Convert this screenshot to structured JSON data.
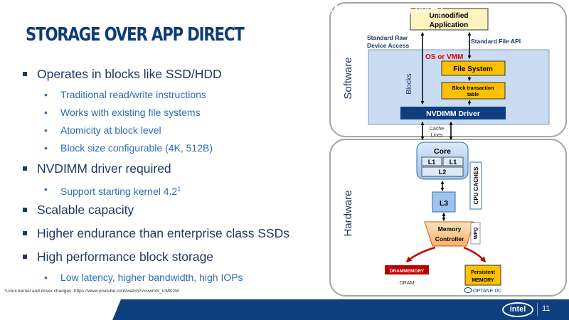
{
  "slide": {
    "title": "STORAGE OVER APP DIRECT",
    "bullets": [
      {
        "level": 1,
        "text": "Operates in blocks like SSD/HDD"
      },
      {
        "level": 2,
        "text": "Traditional read/write instructions"
      },
      {
        "level": 2,
        "text": "Works with existing file systems"
      },
      {
        "level": 2,
        "text": "Atomicity at block level"
      },
      {
        "level": 2,
        "text": "Block size configurable (4K, 512B)"
      },
      {
        "level": 1,
        "text": "NVDIMM driver required"
      },
      {
        "level": 2,
        "text": "Support starting kernel 4.2",
        "sup": "1"
      },
      {
        "level": 1,
        "text": "Scalable capacity"
      },
      {
        "level": 1,
        "text": "Higher endurance than enterprise class SSDs"
      },
      {
        "level": 1,
        "text": "High performance block storage"
      },
      {
        "level": 2,
        "text": "Low latency, higher bandwidth, high IOPs"
      }
    ],
    "footnote": "¹Linux kernel and driver changes: https://www.youtube.com/watch?v=owmN_IcMK2M",
    "embargo": "EMBARGO: APRIL 2, 2019 (10:00AM PACIFIC TIME)",
    "logo": "intel",
    "page_number": "11"
  },
  "diagram": {
    "software_label": "Software",
    "hardware_label": "Hardware",
    "app_line1": "Unmodified",
    "app_line2": "Application",
    "raw_access_line1": "Standard Raw",
    "raw_access_line2": "Device Access",
    "file_api": "Standard File API",
    "os_vmm": "OS or VMM",
    "blocks": "Blocks",
    "file_system": "File System",
    "btt_line1": "Block transaction",
    "btt_line2": "table",
    "driver": "NVDIMM Driver",
    "cache_line1": "Cache",
    "cache_line2": "Lines",
    "core": "Core",
    "l1a": "L1",
    "l1b": "L1",
    "l2": "L2",
    "cpu_caches": "CPU CACHES",
    "l3": "L3",
    "mem_ctrl_line1": "Memory",
    "mem_ctrl_line2": "Controller",
    "wpq": "WPQ",
    "dram_memory": "DRAMMEMORY",
    "dram": "DRAM",
    "persistent_line1": "Persistent",
    "persistent_line2": "MEMORY",
    "optane": "OPTANE DC"
  },
  "colors": {
    "title": "#0e3c78",
    "bullet_level1": "#1f3864",
    "bullet_level2": "#2e6db4",
    "bar": "#0d3f7e",
    "panel_fill": "#c9dcf2",
    "accent_yellow": "#fff3c0",
    "accent_orange": "#ffc000",
    "arrow_red": "#c00000",
    "os_red": "#e00000"
  }
}
